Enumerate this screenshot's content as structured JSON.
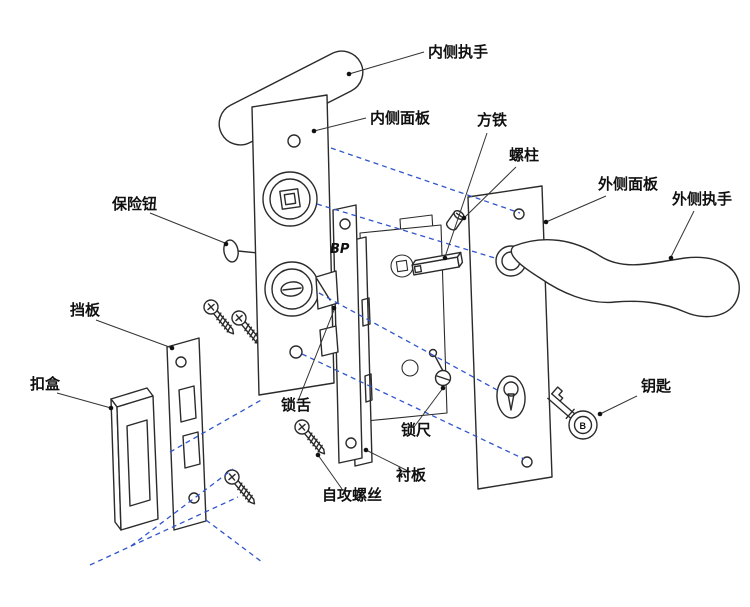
{
  "diagram": {
    "labels": {
      "inner_handle": "内侧执手",
      "inner_panel": "内侧面板",
      "square_spindle": "方铁",
      "stud": "螺柱",
      "outer_panel": "外侧面板",
      "outer_handle": "外侧执手",
      "safety_button": "保险钮",
      "strike_plate": "挡板",
      "catch_box": "扣盒",
      "latch_bolt": "锁舌",
      "lock_gauge": "锁尺",
      "liner_plate": "衬板",
      "self_tapping_screw": "自攻螺丝",
      "key": "钥匙",
      "bp_mark": "BP",
      "key_mark": "B"
    },
    "colors": {
      "line": "#2b2b2b",
      "thin_line": "#3a3a3a",
      "dashed_line": "#2f55cc",
      "label_text": "#101010"
    }
  }
}
